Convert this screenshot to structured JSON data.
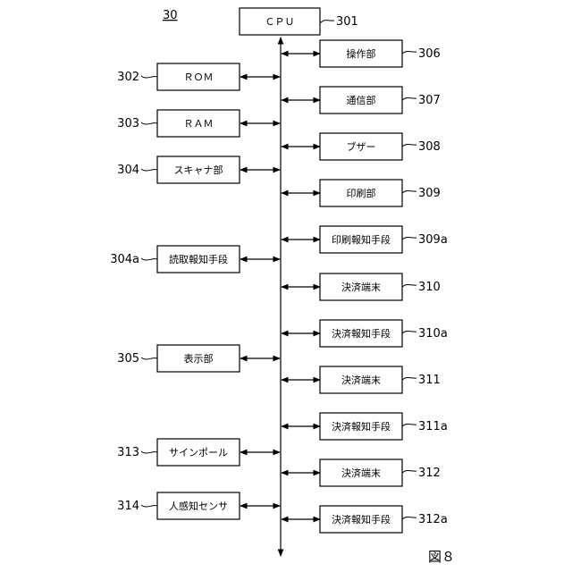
{
  "figure_number": "30",
  "figure_label": "図８",
  "cpu": {
    "label": "ＣＰＵ",
    "ref": "301"
  },
  "left_blocks": [
    {
      "label": "ＲＯＭ",
      "ref": "302"
    },
    {
      "label": "ＲＡＭ",
      "ref": "303"
    },
    {
      "label": "スキャナ部",
      "ref": "304"
    },
    {
      "label": "読取報知手段",
      "ref": "304a"
    },
    {
      "label": "表示部",
      "ref": "305"
    },
    {
      "label": "サインポール",
      "ref": "313"
    },
    {
      "label": "人感知センサ",
      "ref": "314"
    }
  ],
  "right_blocks": [
    {
      "label": "操作部",
      "ref": "306"
    },
    {
      "label": "通信部",
      "ref": "307"
    },
    {
      "label": "ブザー",
      "ref": "308"
    },
    {
      "label": "印刷部",
      "ref": "309"
    },
    {
      "label": "印刷報知手段",
      "ref": "309a"
    },
    {
      "label": "決済端末",
      "ref": "310"
    },
    {
      "label": "決済報知手段",
      "ref": "310a"
    },
    {
      "label": "決済端末",
      "ref": "311"
    },
    {
      "label": "決済報知手段",
      "ref": "311a"
    },
    {
      "label": "決済端末",
      "ref": "312"
    },
    {
      "label": "決済報知手段",
      "ref": "312a"
    }
  ]
}
